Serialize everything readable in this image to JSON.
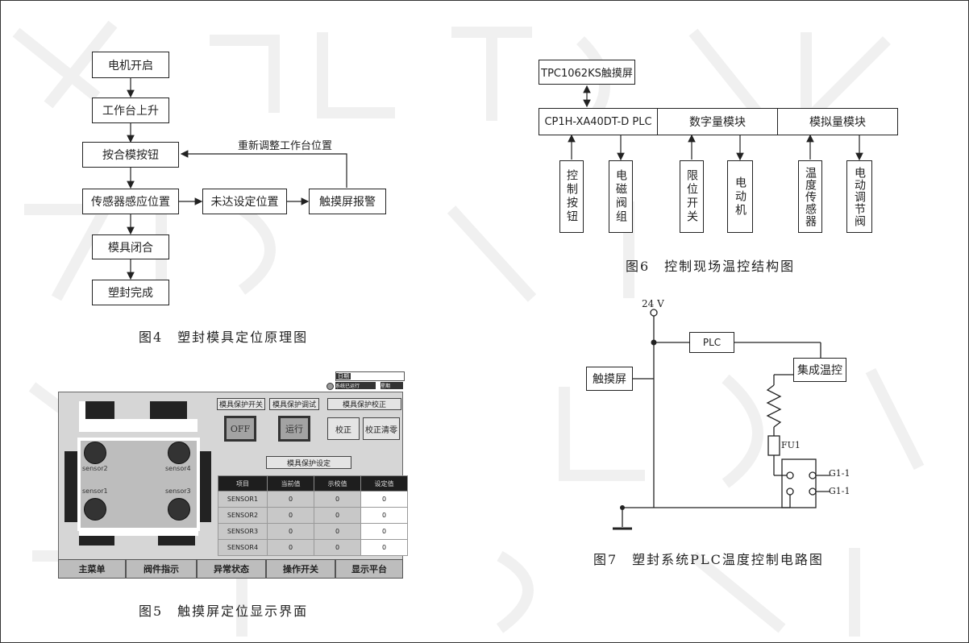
{
  "fig4": {
    "nodes": {
      "motor_on": "电机开启",
      "table_up": "工作台上升",
      "press_button": "按合模按钮",
      "sensor_pos": "传感器感应位置",
      "not_reached": "未达设定位置",
      "alarm": "触摸屏报警",
      "mold_close": "模具闭合",
      "seal_done": "塑封完成"
    },
    "readjust_label": "重新调整工作台位置",
    "caption": "图4　塑封模具定位原理图"
  },
  "fig5": {
    "header": {
      "date_label": "日期",
      "status_label": "系统已运行",
      "week_label": "星期"
    },
    "buttons": {
      "protect_switch": "模具保护开关",
      "protect_debug": "模具保护调试",
      "protect_calib": "模具保护校正",
      "off": "OFF",
      "run": "运行",
      "calib": "校正",
      "calib_zero": "校正清零",
      "protect_setting": "模具保护设定"
    },
    "sensors": [
      "sensor1",
      "sensor2",
      "sensor3",
      "sensor4"
    ],
    "table": {
      "headers": [
        "项目",
        "当前值",
        "示校值",
        "设定值"
      ],
      "rows": [
        [
          "SENSOR1",
          "0",
          "0",
          "0"
        ],
        [
          "SENSOR2",
          "0",
          "0",
          "0"
        ],
        [
          "SENSOR3",
          "0",
          "0",
          "0"
        ],
        [
          "SENSOR4",
          "0",
          "0",
          "0"
        ]
      ]
    },
    "tabs": [
      "主菜单",
      "阀件指示",
      "异常状态",
      "操作开关",
      "显示平台"
    ],
    "caption": "图5　触摸屏定位显示界面"
  },
  "fig6": {
    "touch_screen": "TPC1062KS触摸屏",
    "plc": "CP1H-XA40DT-D  PLC",
    "digital_module": "数字量模块",
    "analog_module": "模拟量模块",
    "devices": [
      "控制按钮",
      "电磁阀组",
      "限位开关",
      "电动机",
      "温度传感器",
      "电动调节阀"
    ],
    "caption": "图6　控制现场温控结构图"
  },
  "fig7": {
    "voltage": "24 V",
    "plc": "PLC",
    "touch_screen": "触摸屏",
    "integrated_temp_ctrl": "集成温控",
    "fuse": "FU1",
    "g1": "G1-1",
    "g2": "G1-1",
    "caption": "图7　塑封系统PLC温度控制电路图"
  }
}
